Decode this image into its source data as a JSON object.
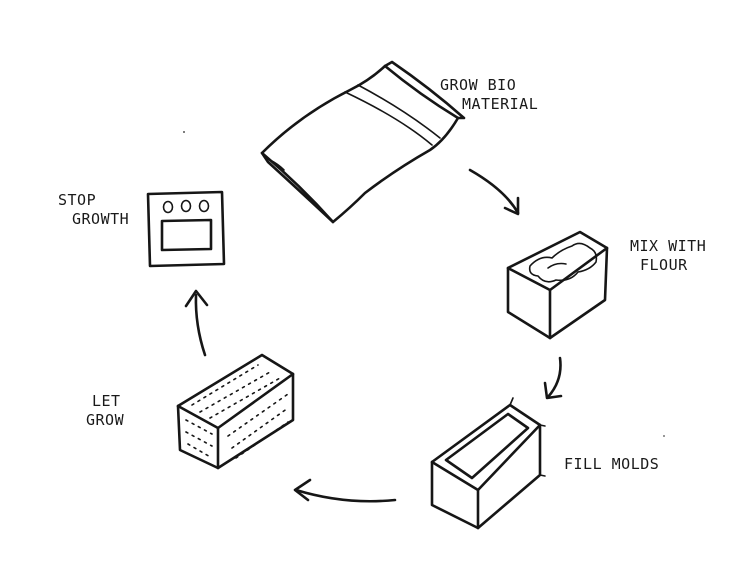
{
  "steps": {
    "grow": {
      "line1": "GROW BIO",
      "line2": "MATERIAL"
    },
    "mix": {
      "line1": "MIX WITH",
      "line2": "FLOUR"
    },
    "fill": {
      "line1": "FILL MOLDS"
    },
    "let": {
      "line1": "LET",
      "line2": "GROW"
    },
    "stop": {
      "line1": "STOP",
      "line2": "GROWTH"
    }
  },
  "colors": {
    "ink": "#161616",
    "background": "#ffffff"
  }
}
